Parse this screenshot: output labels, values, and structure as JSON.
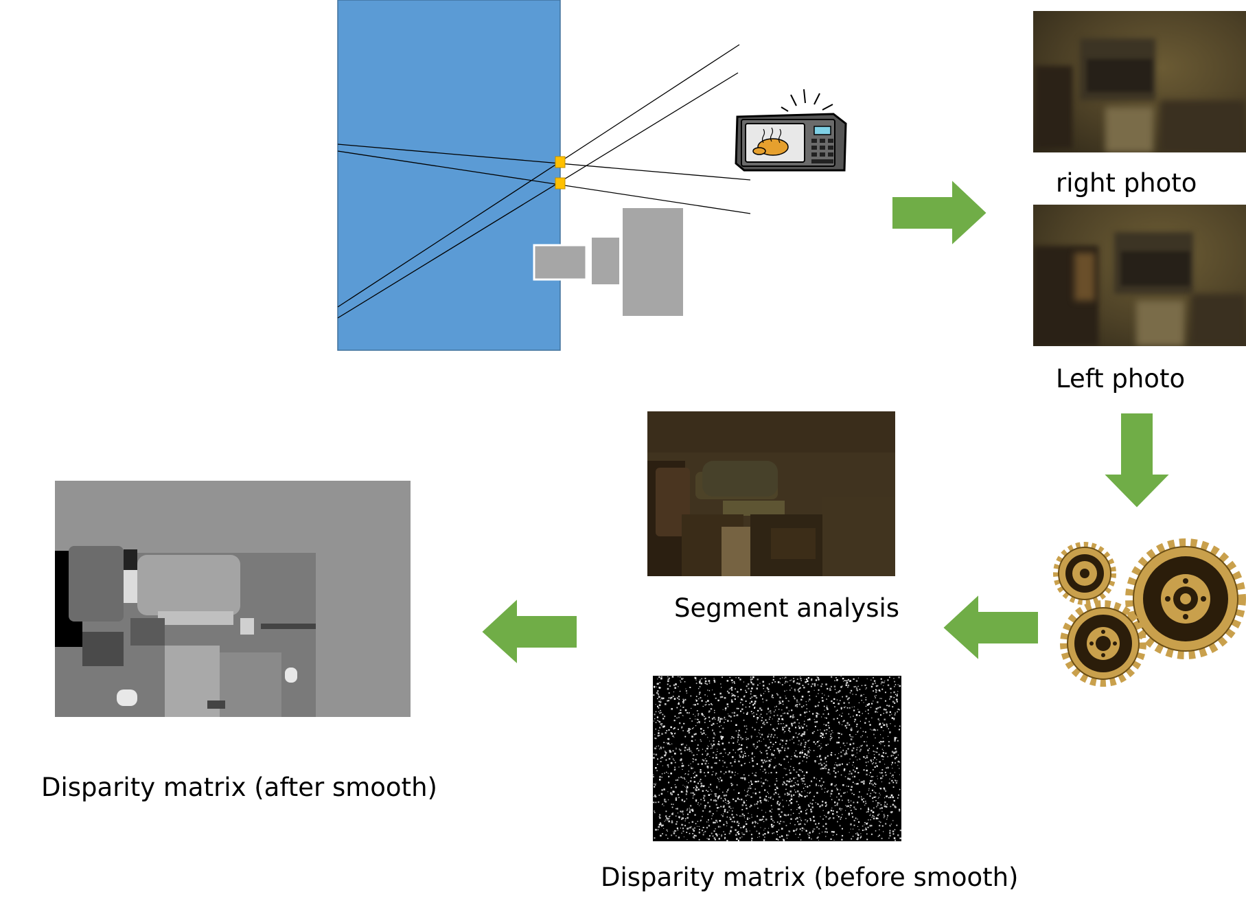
{
  "captions": {
    "right_photo": "right photo",
    "left_photo": "Left photo",
    "segment_analysis": "Segment analysis",
    "disparity_before": "Disparity matrix (before smooth)",
    "disparity_after": "Disparity matrix (after smooth)"
  },
  "colors": {
    "panel_blue": "#5b9bd5",
    "arrow_green": "#70ad47",
    "marker_orange": "#ffc000",
    "camera_gray": "#a6a6a6"
  },
  "icons": {
    "microwave": "microwave-icon",
    "gears": "gears-icon"
  }
}
